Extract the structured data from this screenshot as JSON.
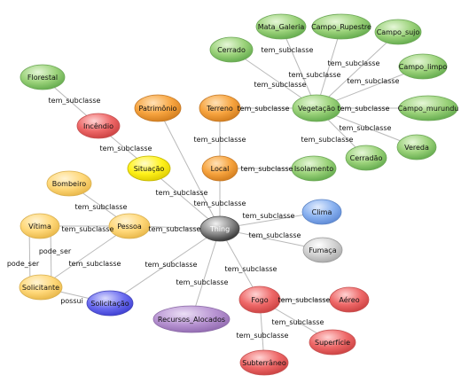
{
  "nodes": [
    {
      "id": "Thing",
      "label": "Thing",
      "color": "gray"
    },
    {
      "id": "Local",
      "label": "Local",
      "color": "orange"
    },
    {
      "id": "Terreno",
      "label": "Terreno",
      "color": "orange"
    },
    {
      "id": "Patrimonio",
      "label": "Patrimônio",
      "color": "orange"
    },
    {
      "id": "Isolamento",
      "label": "Isolamento",
      "color": "green"
    },
    {
      "id": "Vegetacao",
      "label": "Vegetação",
      "color": "green"
    },
    {
      "id": "Cerrado",
      "label": "Cerrado",
      "color": "green"
    },
    {
      "id": "Mata_Galeria",
      "label": "Mata_Galeria",
      "color": "green"
    },
    {
      "id": "Campo_Rupestre",
      "label": "Campo_Rupestre",
      "color": "green"
    },
    {
      "id": "Campo_sujo",
      "label": "Campo_sujo",
      "color": "green"
    },
    {
      "id": "Campo_limpo",
      "label": "Campo_limpo",
      "color": "green"
    },
    {
      "id": "Campo_murundu",
      "label": "Campo_murundu",
      "color": "green"
    },
    {
      "id": "Vereda",
      "label": "Vereda",
      "color": "green"
    },
    {
      "id": "Cerradao",
      "label": "Cerradão",
      "color": "green"
    },
    {
      "id": "Florestal",
      "label": "Florestal",
      "color": "green"
    },
    {
      "id": "Incendio",
      "label": "Incêndio",
      "color": "red"
    },
    {
      "id": "Situacao",
      "label": "Situação",
      "color": "yellow"
    },
    {
      "id": "Bombeiro",
      "label": "Bombeiro",
      "color": "lightorange"
    },
    {
      "id": "Pessoa",
      "label": "Pessoa",
      "color": "lightorange"
    },
    {
      "id": "Vitima",
      "label": "Vítima",
      "color": "lightorange"
    },
    {
      "id": "Solicitante",
      "label": "Solicitante",
      "color": "lightorange"
    },
    {
      "id": "Solicitacao",
      "label": "Solicitação",
      "color": "blue"
    },
    {
      "id": "Recursos_Alocados",
      "label": "Recursos_Alocados",
      "color": "purple"
    },
    {
      "id": "Clima",
      "label": "Clima",
      "color": "lightblue"
    },
    {
      "id": "Fumaca",
      "label": "Fumaça",
      "color": "lightgray"
    },
    {
      "id": "Fogo",
      "label": "Fogo",
      "color": "red"
    },
    {
      "id": "Aereo",
      "label": "Aéreo",
      "color": "red"
    },
    {
      "id": "Superficie",
      "label": "Superfície",
      "color": "red"
    },
    {
      "id": "Subterraneo",
      "label": "Subterrâneo",
      "color": "red"
    }
  ],
  "edges": [
    {
      "from": "Thing",
      "to": "Local",
      "label": "tem_subclasse"
    },
    {
      "from": "Thing",
      "to": "Situacao",
      "label": "tem_subclasse"
    },
    {
      "from": "Thing",
      "to": "Patrimonio",
      "label": ""
    },
    {
      "from": "Thing",
      "to": "Pessoa",
      "label": "tem_subclasse"
    },
    {
      "from": "Thing",
      "to": "Clima",
      "label": "tem_subclasse"
    },
    {
      "from": "Thing",
      "to": "Fumaca",
      "label": "tem_subclasse"
    },
    {
      "from": "Thing",
      "to": "Fogo",
      "label": "tem_subclasse"
    },
    {
      "from": "Thing",
      "to": "Recursos_Alocados",
      "label": "tem_subclasse"
    },
    {
      "from": "Thing",
      "to": "Solicitacao",
      "label": "tem_subclasse"
    },
    {
      "from": "Local",
      "to": "Terreno",
      "label": "tem_subclasse"
    },
    {
      "from": "Local",
      "to": "Isolamento",
      "label": "tem_subclasse"
    },
    {
      "from": "Terreno",
      "to": "Vegetacao",
      "label": "tem_subclasse"
    },
    {
      "from": "Vegetacao",
      "to": "Cerrado",
      "label": "tem_subclasse"
    },
    {
      "from": "Vegetacao",
      "to": "Mata_Galeria",
      "label": "tem_subclasse"
    },
    {
      "from": "Vegetacao",
      "to": "Campo_Rupestre",
      "label": "tem_subclasse"
    },
    {
      "from": "Vegetacao",
      "to": "Campo_sujo",
      "label": "tem_subclasse"
    },
    {
      "from": "Vegetacao",
      "to": "Campo_limpo",
      "label": "tem_subclasse"
    },
    {
      "from": "Vegetacao",
      "to": "Campo_murundu",
      "label": "tem_subclasse"
    },
    {
      "from": "Vegetacao",
      "to": "Vereda",
      "label": "tem_subclasse"
    },
    {
      "from": "Vegetacao",
      "to": "Cerradao",
      "label": "tem_subclasse"
    },
    {
      "from": "Situacao",
      "to": "Incendio",
      "label": "tem_subclasse"
    },
    {
      "from": "Incendio",
      "to": "Florestal",
      "label": "tem_subclasse"
    },
    {
      "from": "Pessoa",
      "to": "Bombeiro",
      "label": "tem_subclasse"
    },
    {
      "from": "Pessoa",
      "to": "Vitima",
      "label": "tem_subclasse"
    },
    {
      "from": "Pessoa",
      "to": "Solicitante",
      "label": "tem_subclasse"
    },
    {
      "from": "Vitima",
      "to": "Solicitante",
      "label": "pode_ser"
    },
    {
      "from": "Solicitante",
      "to": "Vitima",
      "label": "pode_ser"
    },
    {
      "from": "Solicitante",
      "to": "Solicitacao",
      "label": "possui"
    },
    {
      "from": "Fogo",
      "to": "Aereo",
      "label": "tem_subclasse"
    },
    {
      "from": "Fogo",
      "to": "Superficie",
      "label": "tem_subclasse"
    },
    {
      "from": "Fogo",
      "to": "Subterraneo",
      "label": "tem_subclasse"
    }
  ],
  "colors": {
    "gray": "#6f6f6f",
    "orange": "#f6a33f",
    "green": "#9bd27a",
    "red": "#ee6868",
    "yellow": "#fff21a",
    "lightorange": "#ffd879",
    "blue": "#6b6cf0",
    "purple": "#b894d2",
    "lightblue": "#8ab2f0",
    "lightgray": "#d2d2d2"
  }
}
